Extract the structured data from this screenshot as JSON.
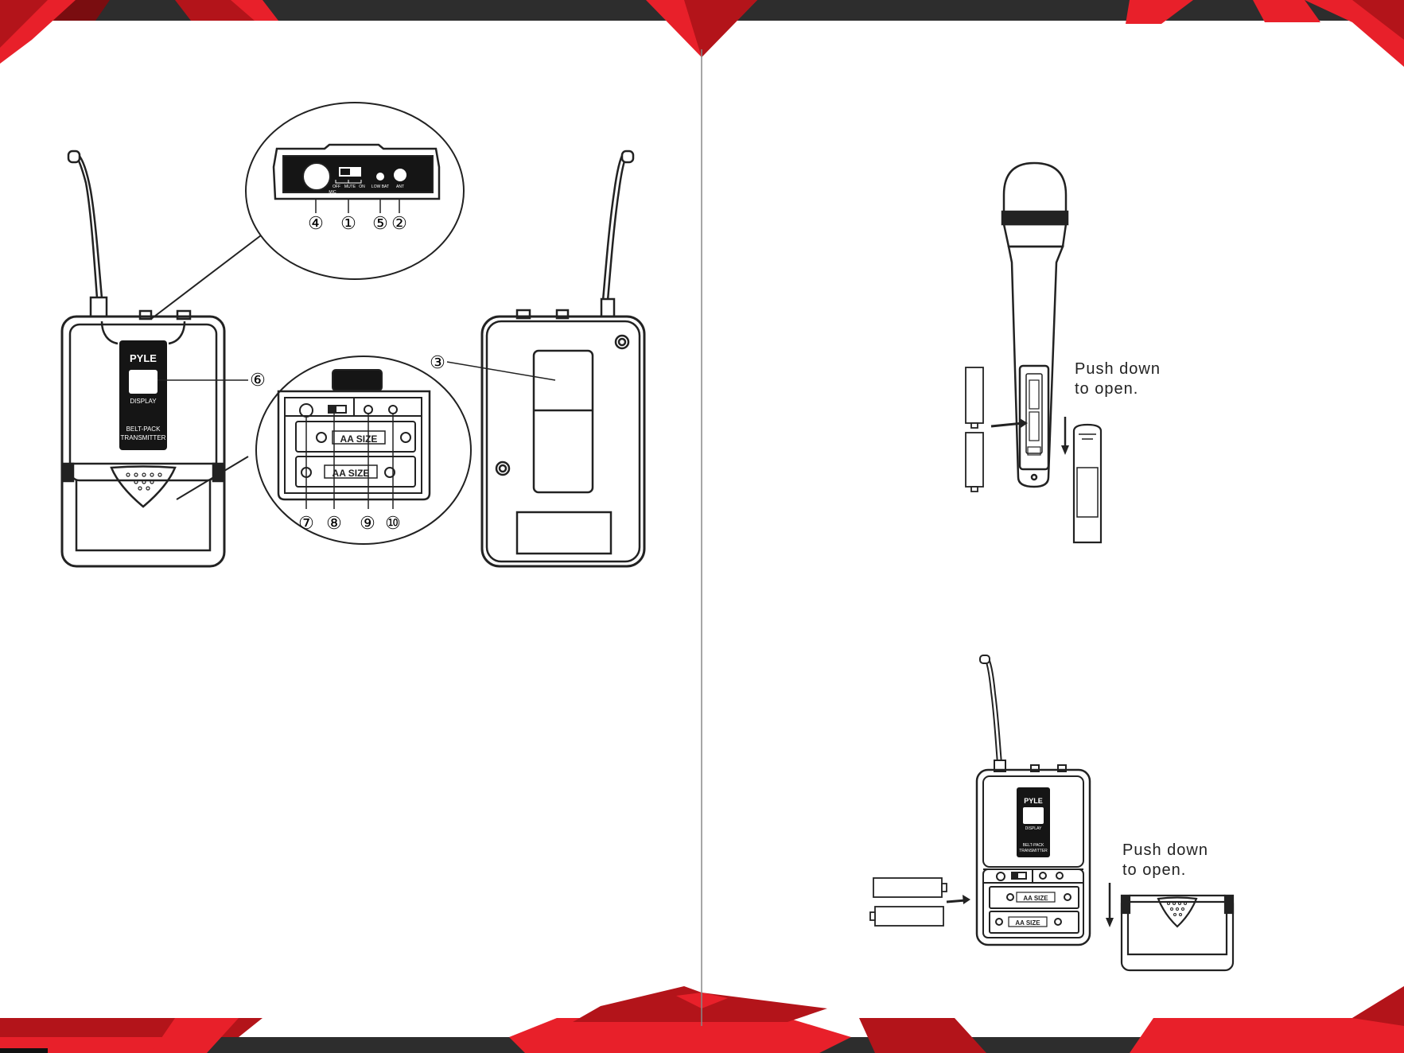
{
  "document": {
    "brand": "PYLE",
    "display_label": "DISPLAY",
    "beltpack_line1": "BELT-PACK",
    "beltpack_line2": "TRANSMITTER",
    "battery_label": "AA SIZE",
    "top_panel": {
      "off": "OFF",
      "mute": "MUTE",
      "on": "ON",
      "mic": "MIC",
      "lowbat": "LOW BAT",
      "ant": "ANT"
    },
    "callouts": [
      "①",
      "②",
      "③",
      "④",
      "⑤",
      "⑥",
      "⑦",
      "⑧",
      "⑨",
      "⑩"
    ],
    "instructions": {
      "handheld_line1": "Push down",
      "handheld_line2": "to open.",
      "beltpack_line1": "Push down",
      "beltpack_line2": "to open."
    }
  },
  "colors": {
    "accent_red": "#e8202a",
    "dark_band": "#2d2d2d",
    "line": "#222222",
    "device_dark": "#151515"
  }
}
